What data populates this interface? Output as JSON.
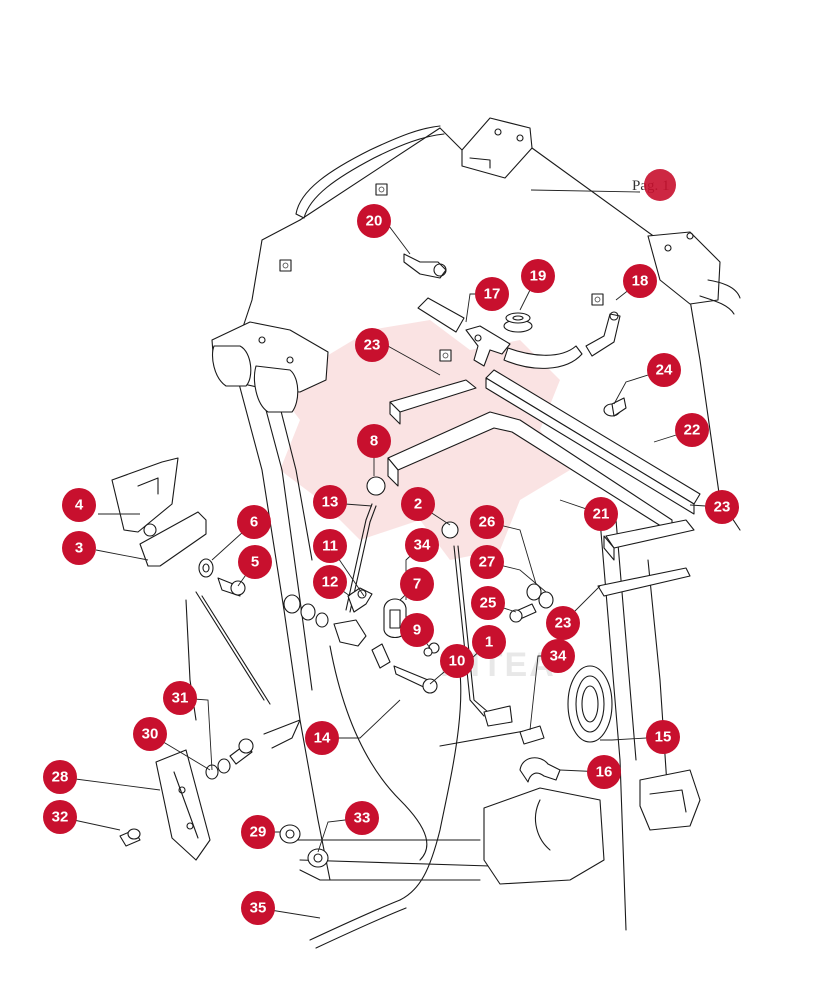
{
  "page_reference": "Pag. 1",
  "watermark_text": "MITEA",
  "accent_color": "#c8102e",
  "callouts": [
    {
      "label": "20"
    },
    {
      "label": "19"
    },
    {
      "label": "17"
    },
    {
      "label": "18"
    },
    {
      "label": "23"
    },
    {
      "label": "24"
    },
    {
      "label": "22"
    },
    {
      "label": "8"
    },
    {
      "label": "4"
    },
    {
      "label": "6"
    },
    {
      "label": "13"
    },
    {
      "label": "2"
    },
    {
      "label": "21"
    },
    {
      "label": "23"
    },
    {
      "label": "3"
    },
    {
      "label": "5"
    },
    {
      "label": "11"
    },
    {
      "label": "34"
    },
    {
      "label": "26"
    },
    {
      "label": "27"
    },
    {
      "label": "12"
    },
    {
      "label": "7"
    },
    {
      "label": "25"
    },
    {
      "label": "23"
    },
    {
      "label": "9"
    },
    {
      "label": "1"
    },
    {
      "label": "10"
    },
    {
      "label": "34"
    },
    {
      "label": "31"
    },
    {
      "label": "14"
    },
    {
      "label": "15"
    },
    {
      "label": "30"
    },
    {
      "label": "16"
    },
    {
      "label": "28"
    },
    {
      "label": "32"
    },
    {
      "label": "33"
    },
    {
      "label": "29"
    },
    {
      "label": "35"
    }
  ]
}
